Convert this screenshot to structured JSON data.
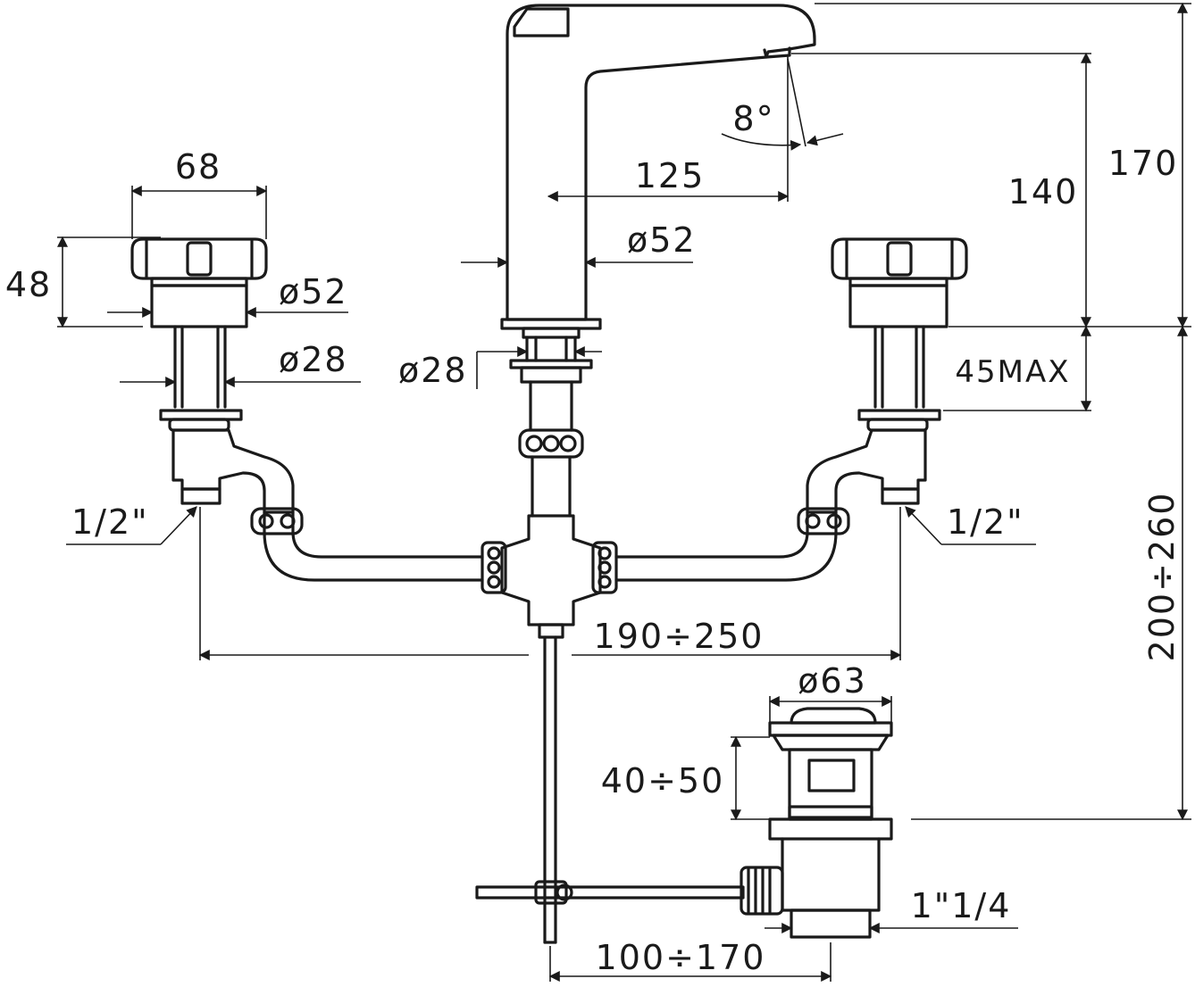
{
  "drawing": {
    "dimensions": {
      "handle_width": "68",
      "handle_height": "48",
      "handle_body_diameter": "ø52",
      "stem_diameter_left": "ø28",
      "spout_reach": "125",
      "spout_angle": "8°",
      "spout_body_diameter": "ø52",
      "spout_base_diameter": "ø28",
      "spout_outlet_height": "140",
      "total_height": "170",
      "max_deck_thickness": "45MAX",
      "left_inlet_thread": "1/2\"",
      "right_inlet_thread": "1/2\"",
      "center_spacing": "190÷250",
      "below_deck_height": "200÷260",
      "waste_flange_diameter": "ø63",
      "waste_adjust_height": "40÷50",
      "waste_thread": "1\"1/4",
      "rod_distance": "100÷170"
    }
  }
}
